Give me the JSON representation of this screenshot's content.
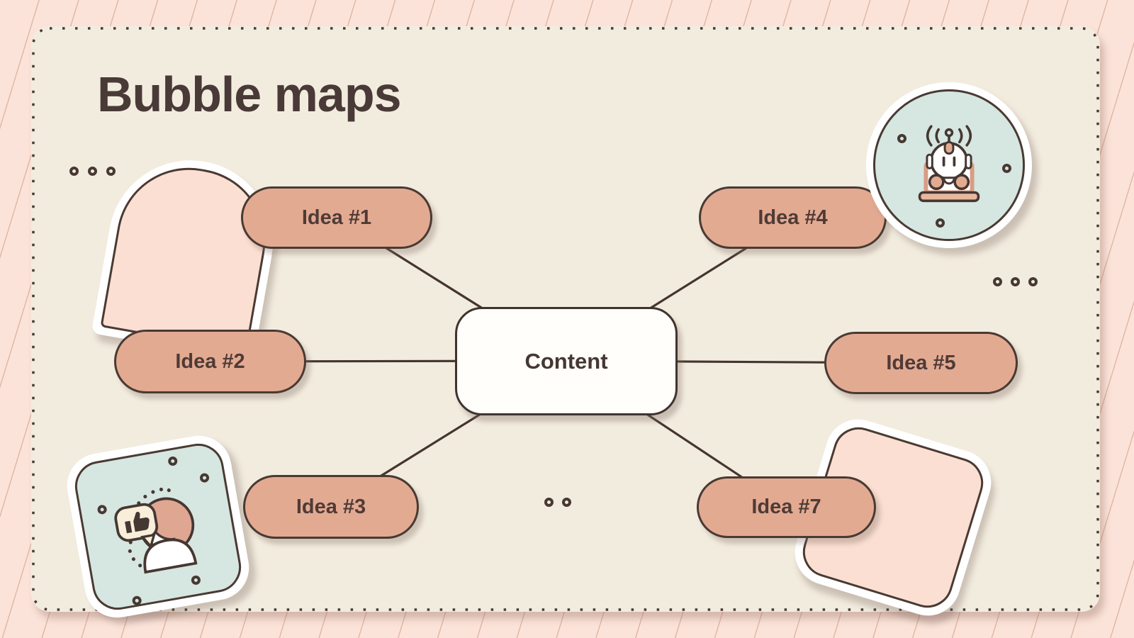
{
  "slide": {
    "title": "Bubble maps",
    "center_node": {
      "label": "Content"
    },
    "idea_nodes": [
      {
        "label": "Idea #1"
      },
      {
        "label": "Idea #2"
      },
      {
        "label": "Idea #3"
      },
      {
        "label": "Idea #4"
      },
      {
        "label": "Idea #5"
      },
      {
        "label": "Idea #7"
      }
    ],
    "decorations": {
      "stickers": [
        {
          "name": "arch-sticker"
        },
        {
          "name": "robot-laptop-sticker"
        },
        {
          "name": "person-thumbs-up-sticker"
        },
        {
          "name": "rounded-square-sticker"
        }
      ],
      "dot_clusters": [
        {
          "position": "top-left",
          "count": 3
        },
        {
          "position": "mid-right",
          "count": 3
        },
        {
          "position": "bottom-center",
          "count": 2
        }
      ]
    },
    "colors": {
      "background": "#fbe3d9",
      "stripe": "#e0b6a2",
      "panel": "#f2ecdf",
      "outline": "#493a33",
      "bubble_fill": "#e3aa92",
      "center_fill": "#fffefa",
      "teal": "#d6e6e1",
      "sticker_pink": "#fbdfd2",
      "title_color": "#493a37"
    }
  }
}
